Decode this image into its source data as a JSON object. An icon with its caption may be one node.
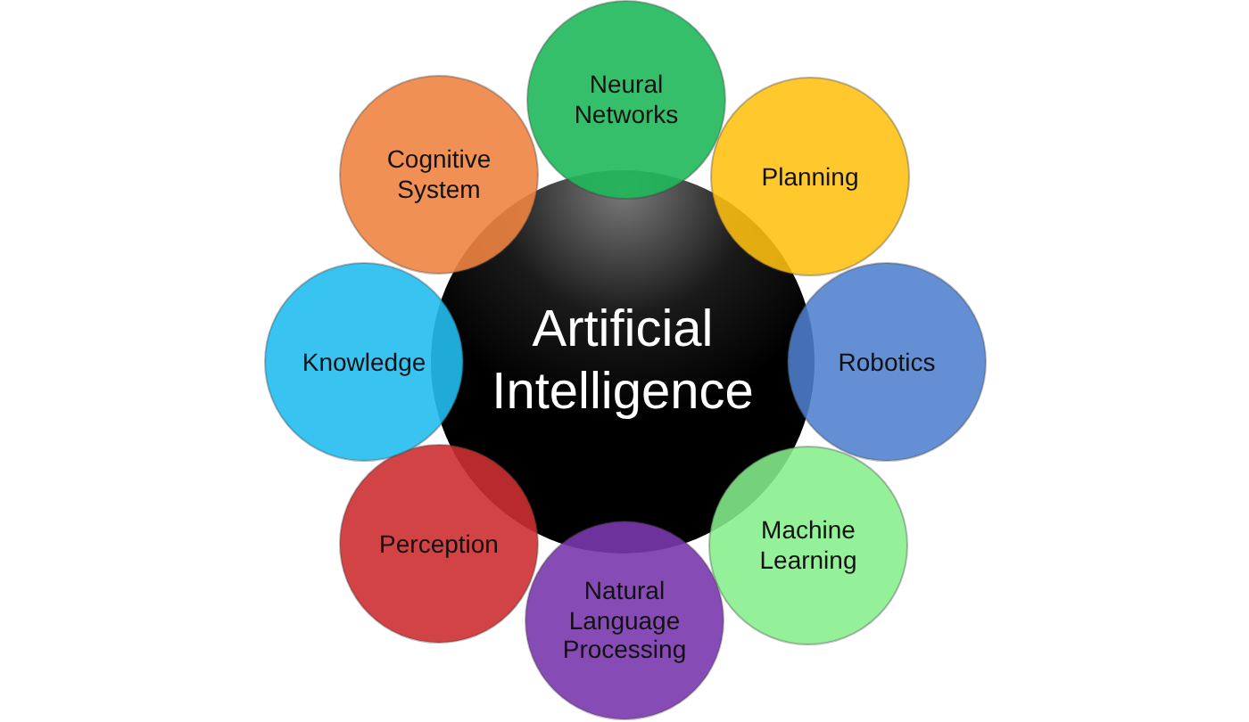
{
  "diagram": {
    "nodes": [
      {
        "text": [
          "Artificial Intelligence"
        ]
      },
      {
        "text": [
          "Neural Networks"
        ]
      },
      {
        "text": [
          "Planning"
        ]
      },
      {
        "text": [
          "Robotics"
        ]
      },
      {
        "text": [
          "Machine Learning"
        ]
      },
      {
        "text": [
          "Natural Language Processing"
        ]
      },
      {
        "text": [
          "Perception"
        ]
      },
      {
        "text": [
          "Knowledge"
        ]
      },
      {
        "text": [
          "Cognitive System"
        ]
      }
    ]
  }
}
